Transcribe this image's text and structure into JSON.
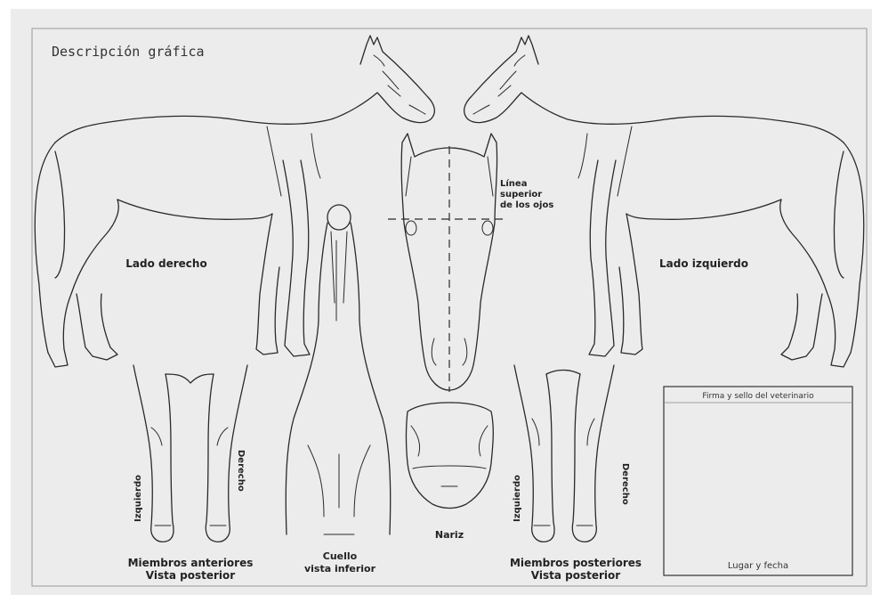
{
  "title": "Descripción gráfica",
  "labels": {
    "right_side": "Lado derecho",
    "left_side": "Lado izquierdo",
    "eye_line": [
      "Línea",
      "superior",
      "de los ojos"
    ],
    "nose": "Nariz",
    "neck": [
      "Cuello",
      "vista inferior"
    ],
    "fore_left": "Izquierdo",
    "fore_right": "Derecho",
    "fore_caption": [
      "Miembros anteriores",
      "Vista posterior"
    ],
    "hind_left": "Izquierdo",
    "hind_right": "Derecho",
    "hind_caption": [
      "Miembros posteriores",
      "Vista posterior"
    ]
  },
  "signature_box": {
    "header": "Firma y sello del veterinario",
    "footer": "Lugar y fecha"
  },
  "colors": {
    "background": "#ececec",
    "frame": "#9a9a9a",
    "ink": "#2a2a2a"
  }
}
